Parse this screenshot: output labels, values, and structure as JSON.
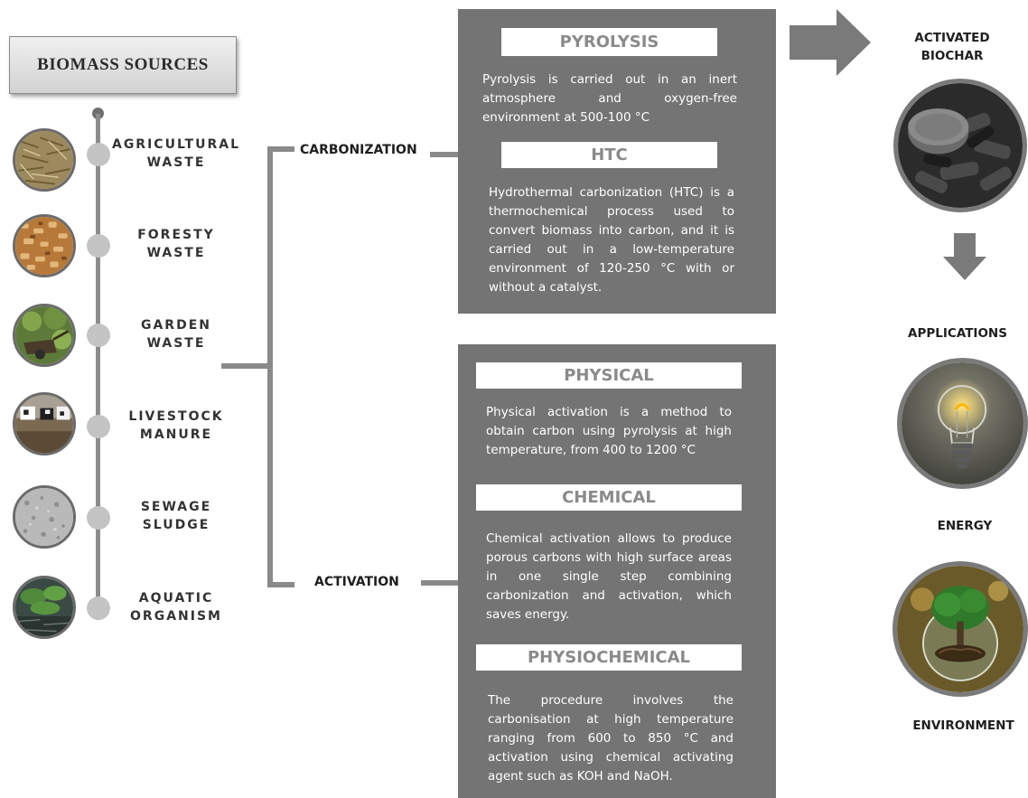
{
  "biomass": {
    "header": "BIOMASS SOURCES",
    "sources": [
      {
        "line1": "AGRICULTURAL",
        "line2": "WASTE",
        "icon": "agricultural-waste-photo"
      },
      {
        "line1": "FORESTY",
        "line2": "WASTE",
        "icon": "forestry-waste-photo"
      },
      {
        "line1": "GARDEN",
        "line2": "WASTE",
        "icon": "garden-waste-photo"
      },
      {
        "line1": "LIVESTOCK",
        "line2": "MANURE",
        "icon": "livestock-manure-photo"
      },
      {
        "line1": "SEWAGE",
        "line2": "SLUDGE",
        "icon": "sewage-sludge-photo"
      },
      {
        "line1": "AQUATIC",
        "line2": "ORGANISM",
        "icon": "aquatic-organism-photo"
      }
    ]
  },
  "branches": {
    "carbonization": "CARBONIZATION",
    "activation": "ACTIVATION"
  },
  "carbonization_panel": {
    "pyrolysis": {
      "title": "PYROLYSIS",
      "text": "Pyrolysis is carried out in an inert atmosphere and oxygen-free environment at 500-100 °C"
    },
    "htc": {
      "title": "HTC",
      "text": "Hydrothermal carbonization (HTC) is a thermochemical process used to convert biomass into carbon, and it is carried out in a low-temperature environment of 120-250 °C with or without a catalyst."
    }
  },
  "activation_panel": {
    "physical": {
      "title": "PHYSICAL",
      "text": "Physical activation is a method to obtain carbon using pyrolysis at high temperature, from 400 to 1200 °C"
    },
    "chemical": {
      "title": "CHEMICAL",
      "text": "Chemical activation allows to produce porous carbons with high surface areas in one single step combining carbonization and activation, which saves energy."
    },
    "physiochemical": {
      "title": "PHYSIOCHEMICAL",
      "text": "The procedure involves the carbonisation at high temperature ranging from 600 to 850 °C and activation using chemical activating agent such as KOH and NaOH."
    }
  },
  "outputs": {
    "activated_biochar_line1": "ACTIVATED",
    "activated_biochar_line2": "BIOCHAR",
    "applications": "APPLICATIONS",
    "energy": "ENERGY",
    "environment": "ENVIRONMENT"
  },
  "colors": {
    "panel": "#747474",
    "connector": "#8a8a8a",
    "title_text": "#8a8a8a"
  }
}
